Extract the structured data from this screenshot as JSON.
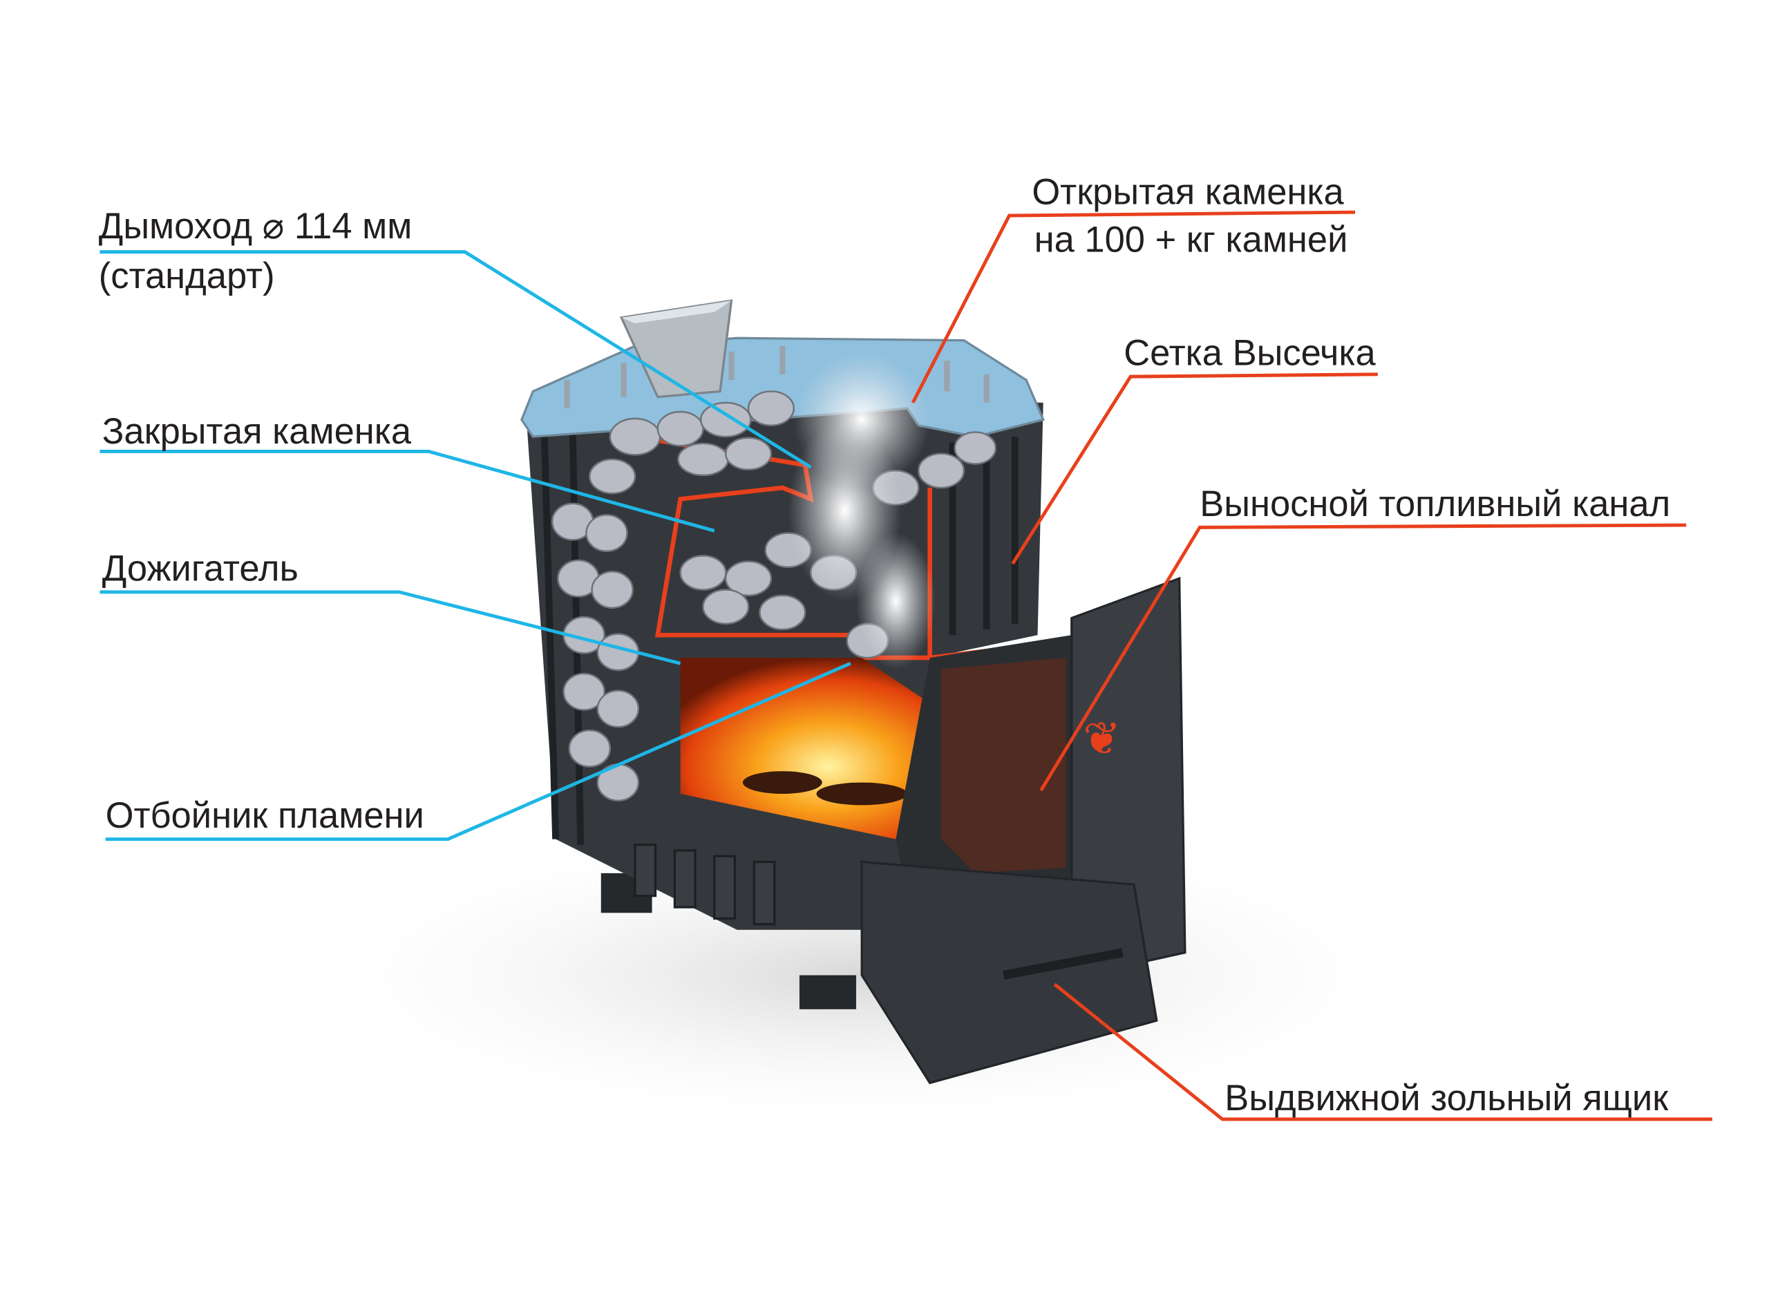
{
  "labels": {
    "chimney_line1": "Дымоход  ⌀ 114 мм",
    "chimney_line2": "(стандарт)",
    "closed_heater": "Закрытая каменка",
    "afterburner": "Дожигатель",
    "flame_deflector": "Отбойник пламени",
    "open_heater_line1": "Открытая каменка",
    "open_heater_line2": "на 100 + кг камней",
    "mesh": "Сетка Высечка",
    "remote_fuel_channel": "Выносной топливный канал",
    "ash_drawer": "Выдвижной зольный ящик"
  },
  "colors": {
    "left_leader": "#1eb6e6",
    "right_leader": "#e8401c",
    "stove_body": "#2f3236",
    "fire": "#f26a10",
    "stones": "#b9bcc4"
  }
}
